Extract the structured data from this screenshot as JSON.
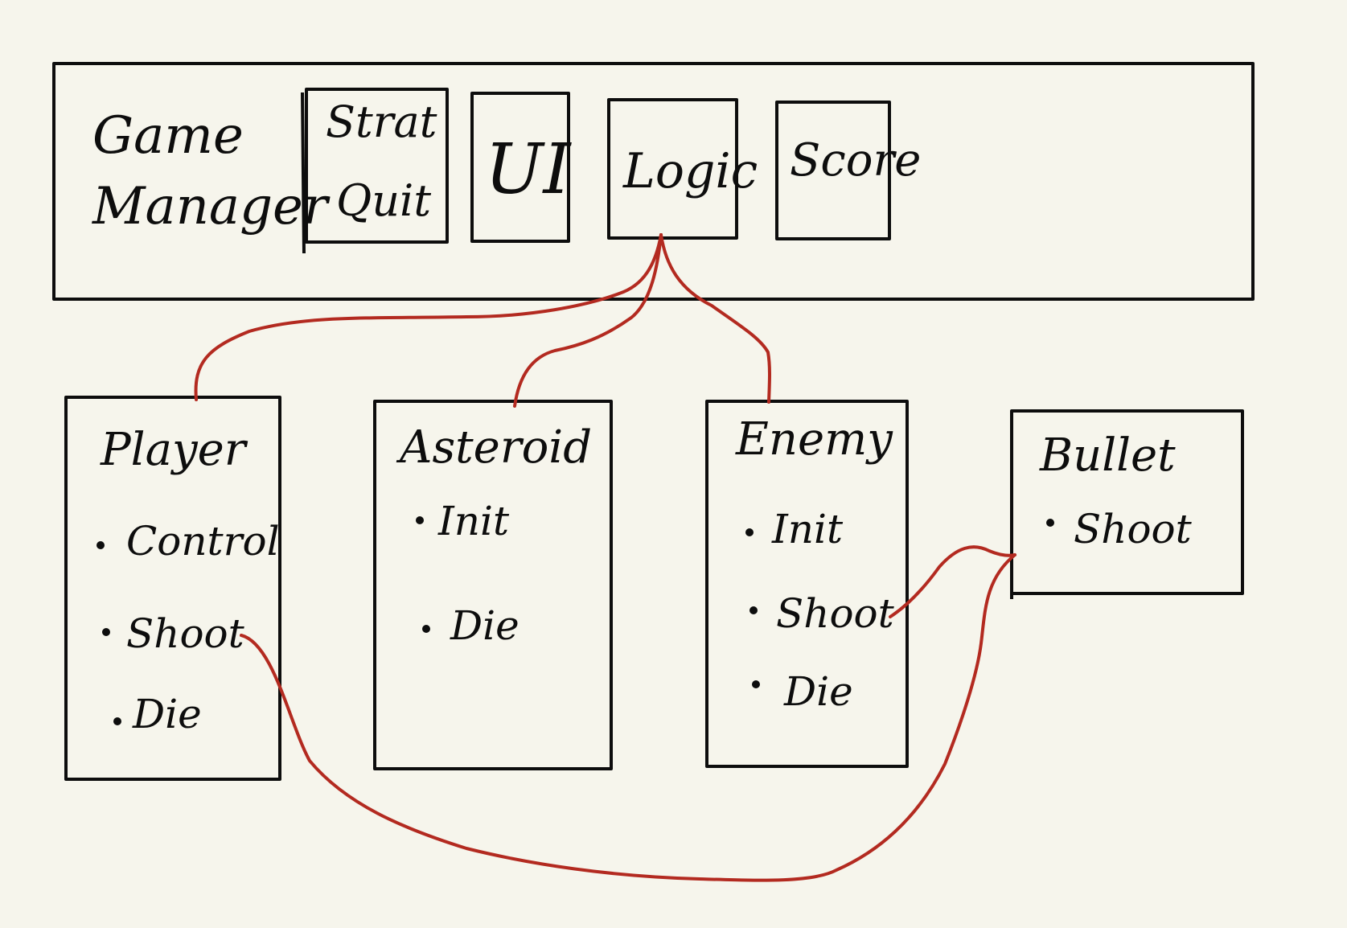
{
  "game_manager": {
    "title_line1": "Game",
    "title_line2": "Manager",
    "modules": [
      {
        "line1": "Strat",
        "line2": "Quit"
      },
      {
        "label": "UI"
      },
      {
        "label": "Logic"
      },
      {
        "label": "Score"
      }
    ]
  },
  "classes": [
    {
      "title": "Player",
      "items": [
        "Control",
        "Shoot",
        "Die"
      ]
    },
    {
      "title": "Asteroid",
      "items": [
        "Init",
        "Die"
      ]
    },
    {
      "title": "Enemy",
      "items": [
        "Init",
        "Shoot",
        "Die"
      ]
    },
    {
      "title": "Bullet",
      "items": [
        "Shoot"
      ]
    }
  ],
  "colors": {
    "background": "#f6f5ec",
    "ink": "#0d0d0d",
    "connector": "#b32a20"
  }
}
